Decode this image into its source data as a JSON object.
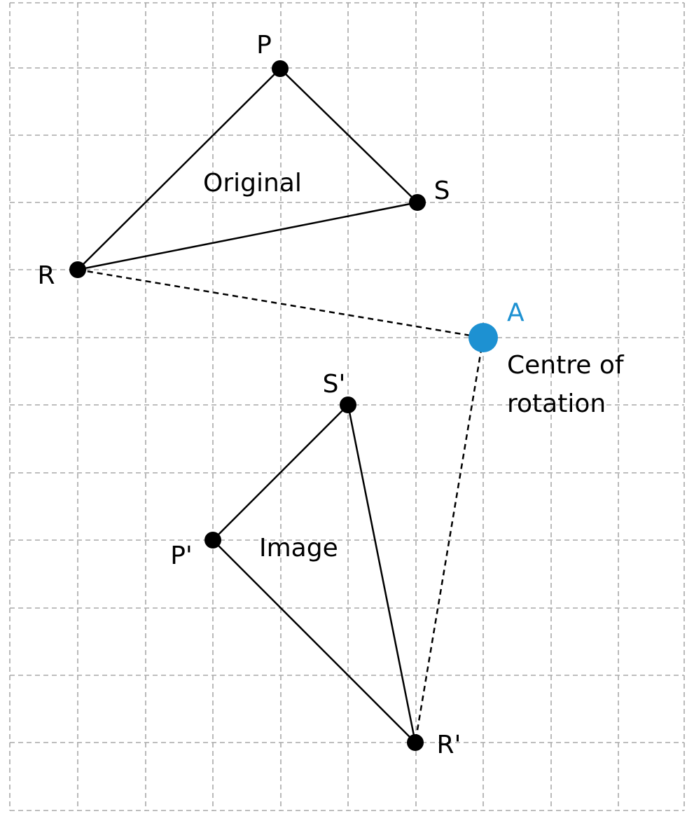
{
  "diagram": {
    "original_label": "Original",
    "image_label": "Image",
    "centre": {
      "letter": "A",
      "caption_line1": "Centre of",
      "caption_line2": "rotation",
      "color": "#1d91d2"
    },
    "points": {
      "P": "P",
      "S": "S",
      "R": "R",
      "P_prime": "P'",
      "S_prime": "S'",
      "R_prime": "R'"
    },
    "line_color": "#000000",
    "grid_color": "#a9a9a9"
  }
}
